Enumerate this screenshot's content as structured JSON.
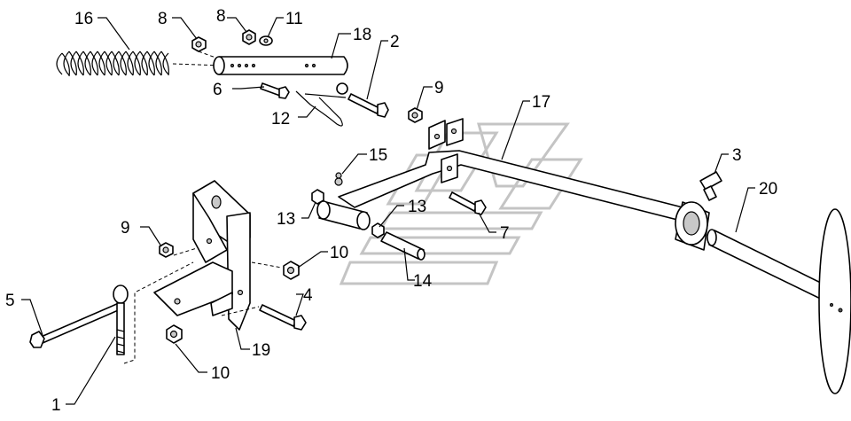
{
  "diagram": {
    "callouts": {
      "c1": "1",
      "c2": "2",
      "c3": "3",
      "c4": "4",
      "c5": "5",
      "c6": "6",
      "c7": "7",
      "c8a": "8",
      "c8b": "8",
      "c9a": "9",
      "c9b": "9",
      "c10a": "10",
      "c10b": "10",
      "c11": "11",
      "c12": "12",
      "c13a": "13",
      "c13b": "13",
      "c14": "14",
      "c15": "15",
      "c16": "16",
      "c17": "17",
      "c18": "18",
      "c19": "19",
      "c20": "20"
    },
    "colors": {
      "line": "#000000",
      "watermark": "#c4c4c4",
      "background": "#ffffff"
    }
  }
}
